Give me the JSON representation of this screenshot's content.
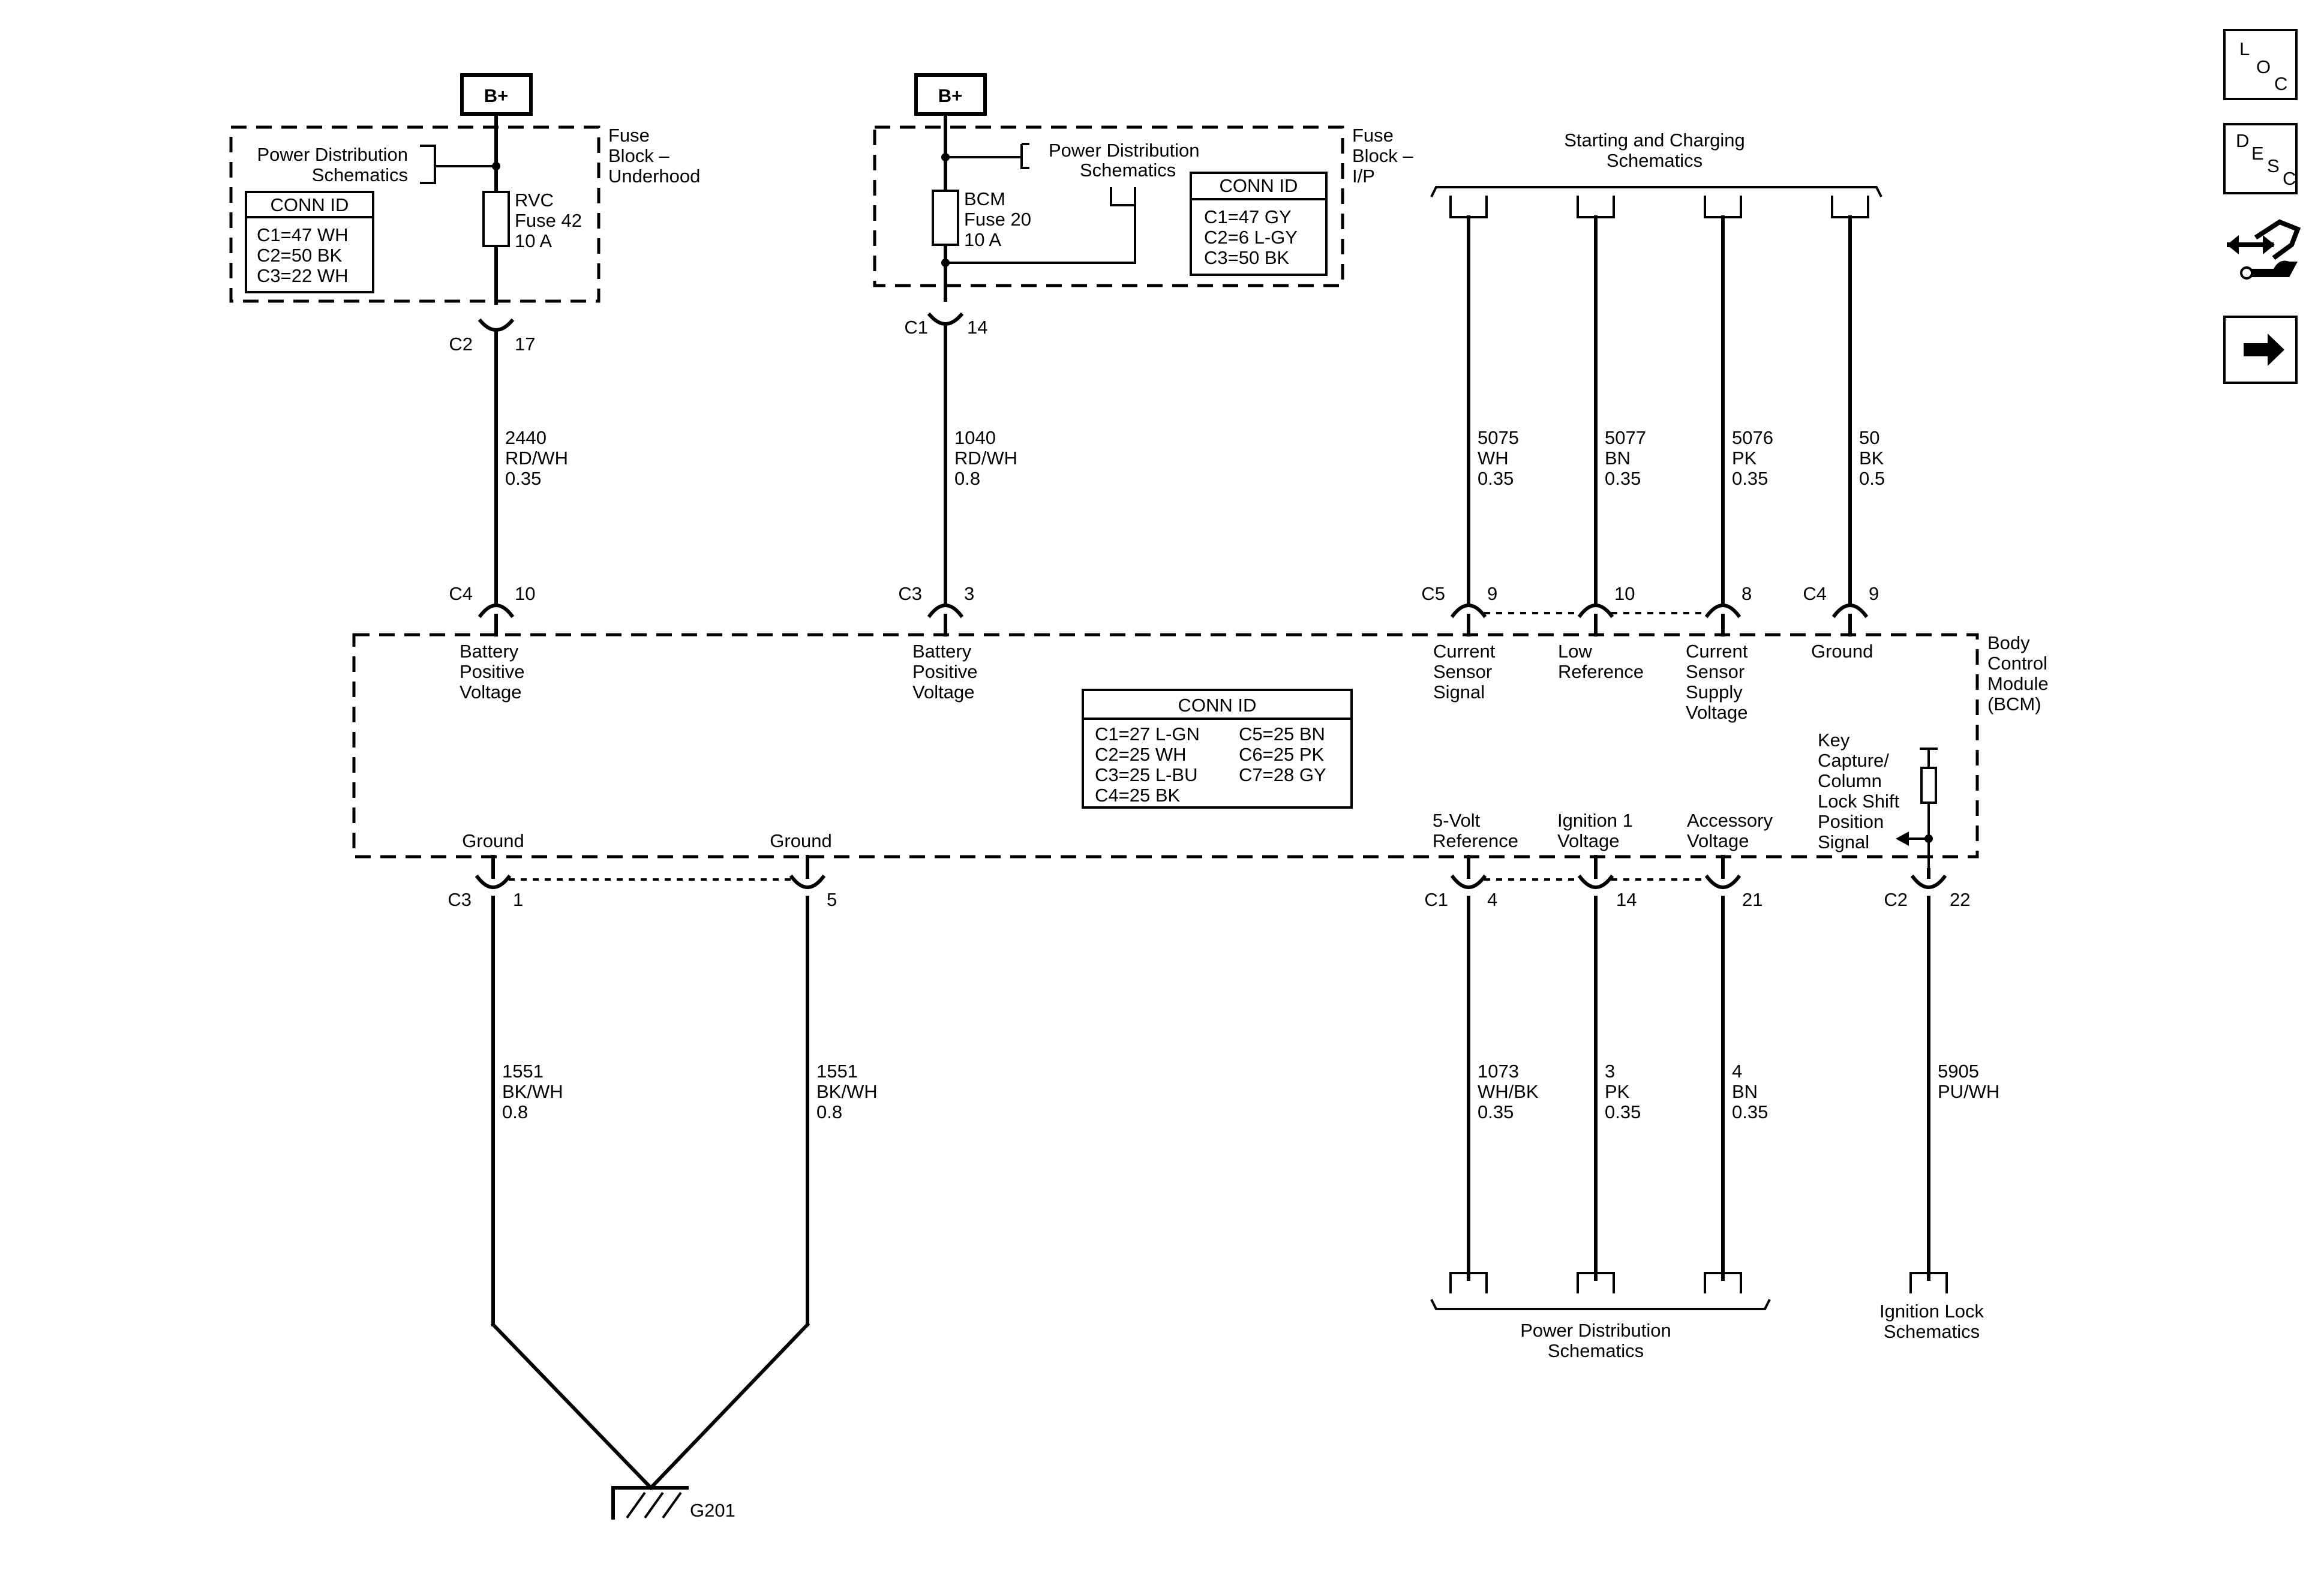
{
  "supplies": {
    "bplus_left": "B+",
    "bplus_mid": "B+"
  },
  "fuse_block_underhood": {
    "name": [
      "Fuse",
      "Block –",
      "Underhood"
    ],
    "power_ref": [
      "Power Distribution",
      "Schematics"
    ],
    "conn_title": "CONN ID",
    "conn": [
      "C1=47 WH",
      "C2=50 BK",
      "C3=22 WH"
    ],
    "fuse": [
      "RVC",
      "Fuse 42",
      "10 A"
    ]
  },
  "fuse_block_ip": {
    "name": [
      "Fuse",
      "Block –",
      "I/P"
    ],
    "power_ref": [
      "Power Distribution",
      "Schematics"
    ],
    "conn_title": "CONN ID",
    "conn": [
      "C1=47 GY",
      "C2=6 L-GY",
      "C3=50 BK"
    ],
    "fuse": [
      "BCM",
      "Fuse 20",
      "10 A"
    ]
  },
  "starting_charging": [
    "Starting and Charging",
    "Schematics"
  ],
  "connectors_top": [
    {
      "conn": "C2",
      "pin": "17"
    },
    {
      "conn": "C1",
      "pin": "14"
    }
  ],
  "wires_top": [
    {
      "circuit": "2440",
      "color": "RD/WH",
      "size": "0.35"
    },
    {
      "circuit": "1040",
      "color": "RD/WH",
      "size": "0.8"
    },
    {
      "circuit": "5075",
      "color": "WH",
      "size": "0.35"
    },
    {
      "circuit": "5077",
      "color": "BN",
      "size": "0.35"
    },
    {
      "circuit": "5076",
      "color": "PK",
      "size": "0.35"
    },
    {
      "circuit": "50",
      "color": "BK",
      "size": "0.5"
    }
  ],
  "bcm_top_pins": [
    {
      "conn": "C4",
      "pin": "10",
      "label": [
        "Battery",
        "Positive",
        "Voltage"
      ]
    },
    {
      "conn": "C3",
      "pin": "3",
      "label": [
        "Battery",
        "Positive",
        "Voltage"
      ]
    },
    {
      "conn": "C5",
      "pin": "9",
      "label": [
        "Current",
        "Sensor",
        "Signal"
      ]
    },
    {
      "conn": "",
      "pin": "10",
      "label": [
        "Low",
        "Reference"
      ]
    },
    {
      "conn": "",
      "pin": "8",
      "label": [
        "Current",
        "Sensor",
        "Supply",
        "Voltage"
      ]
    },
    {
      "conn": "C4",
      "pin": "9",
      "label": [
        "Ground"
      ]
    }
  ],
  "bcm": {
    "name": [
      "Body",
      "Control",
      "Module",
      "(BCM)"
    ],
    "conn_title": "CONN ID",
    "conn_left": [
      "C1=27 L-GN",
      "C2=25 WH",
      "C3=25 L-BU",
      "C4=25 BK"
    ],
    "conn_right": [
      "C5=25 BN",
      "C6=25 PK",
      "C7=28 GY"
    ],
    "key_capture": [
      "Key",
      "Capture/",
      "Column",
      "Lock Shift",
      "Position",
      "Signal"
    ]
  },
  "bcm_bottom_pins": [
    {
      "conn": "C3",
      "pin": "1",
      "label": [
        "Ground"
      ]
    },
    {
      "conn": "",
      "pin": "5",
      "label": [
        "Ground"
      ]
    },
    {
      "conn": "C1",
      "pin": "4",
      "label": [
        "5-Volt",
        "Reference"
      ]
    },
    {
      "conn": "",
      "pin": "14",
      "label": [
        "Ignition 1",
        "Voltage"
      ]
    },
    {
      "conn": "",
      "pin": "21",
      "label": [
        "Accessory",
        "Voltage"
      ]
    },
    {
      "conn": "C2",
      "pin": "22",
      "label": []
    }
  ],
  "wires_bottom": [
    {
      "circuit": "1551",
      "color": "BK/WH",
      "size": "0.8"
    },
    {
      "circuit": "1551",
      "color": "BK/WH",
      "size": "0.8"
    },
    {
      "circuit": "1073",
      "color": "WH/BK",
      "size": "0.35"
    },
    {
      "circuit": "3",
      "color": "PK",
      "size": "0.35"
    },
    {
      "circuit": "4",
      "color": "BN",
      "size": "0.35"
    },
    {
      "circuit": "5905",
      "color": "PU/WH",
      "size": ""
    }
  ],
  "ground": "G201",
  "power_distribution_bottom": [
    "Power Distribution",
    "Schematics"
  ],
  "ignition_lock": [
    "Ignition Lock",
    "Schematics"
  ],
  "nav_icons": [
    {
      "name": "loc-icon",
      "letters": [
        "L",
        "O",
        "C"
      ]
    },
    {
      "name": "desc-icon",
      "letters": [
        "D",
        "E",
        "S",
        "C"
      ]
    },
    {
      "name": "diagnostic-icon"
    },
    {
      "name": "next-arrow-icon"
    }
  ]
}
